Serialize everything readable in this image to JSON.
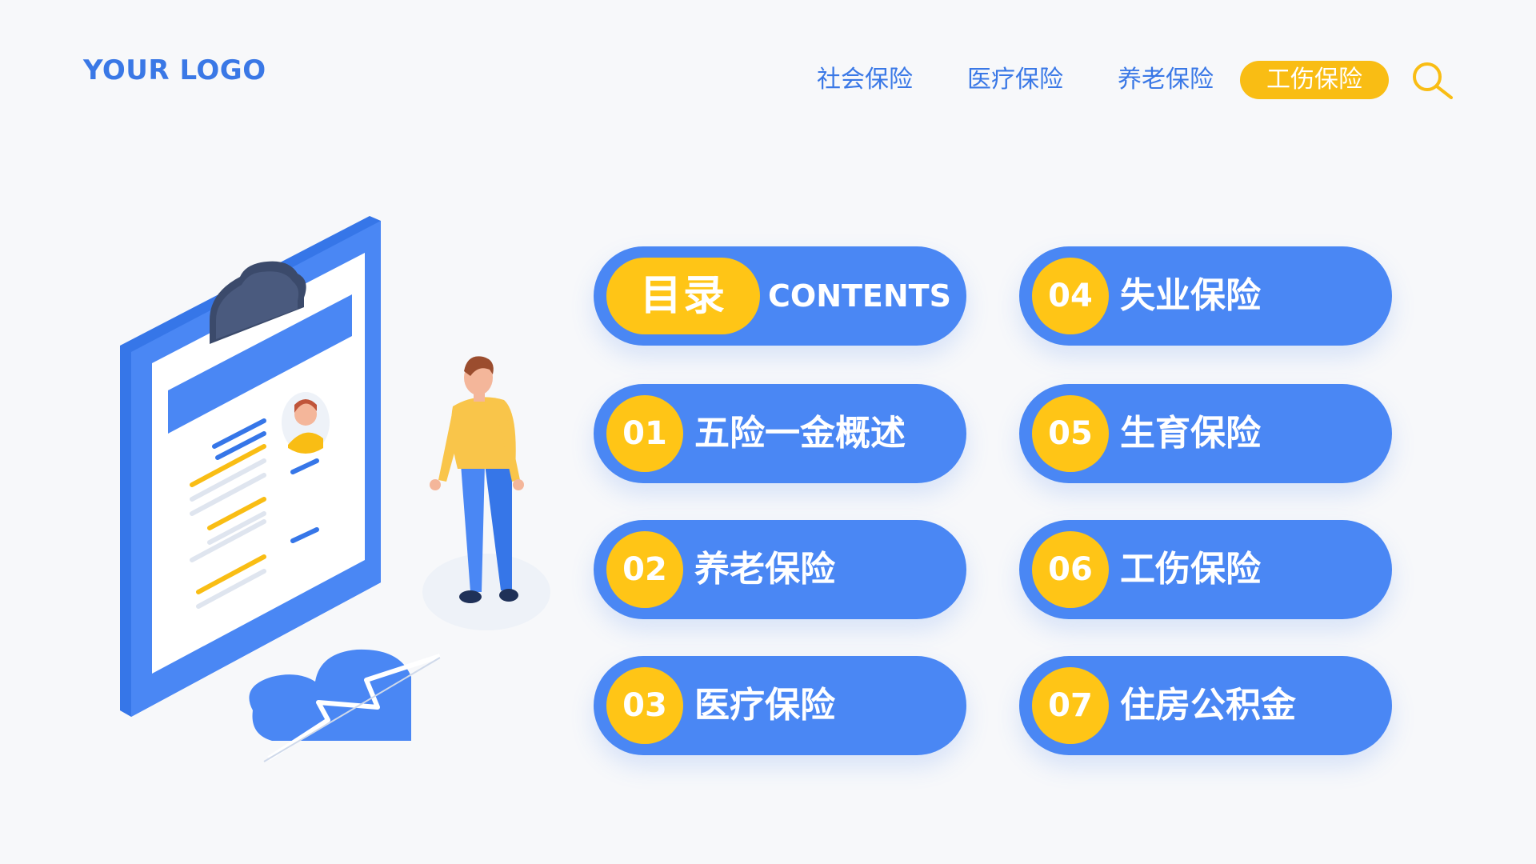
{
  "logo": "YOUR LOGO",
  "nav": {
    "items": [
      "社会保险",
      "医疗保险",
      "养老保险",
      "工伤保险"
    ],
    "active": "工伤保险"
  },
  "contents": {
    "title_cn": "目录",
    "title_en": "CONTENTS",
    "items": [
      {
        "num": "01",
        "label": "五险一金概述"
      },
      {
        "num": "02",
        "label": "养老保险"
      },
      {
        "num": "03",
        "label": "医疗保险"
      },
      {
        "num": "04",
        "label": "失业保险"
      },
      {
        "num": "05",
        "label": "生育保险"
      },
      {
        "num": "06",
        "label": "工伤保险"
      },
      {
        "num": "07",
        "label": "住房公积金"
      }
    ]
  },
  "colors": {
    "primary": "#4a87f4",
    "accent": "#ffc516",
    "logo": "#3a78e6",
    "background": "#f7f8fa"
  },
  "icons": [
    "search-icon"
  ]
}
